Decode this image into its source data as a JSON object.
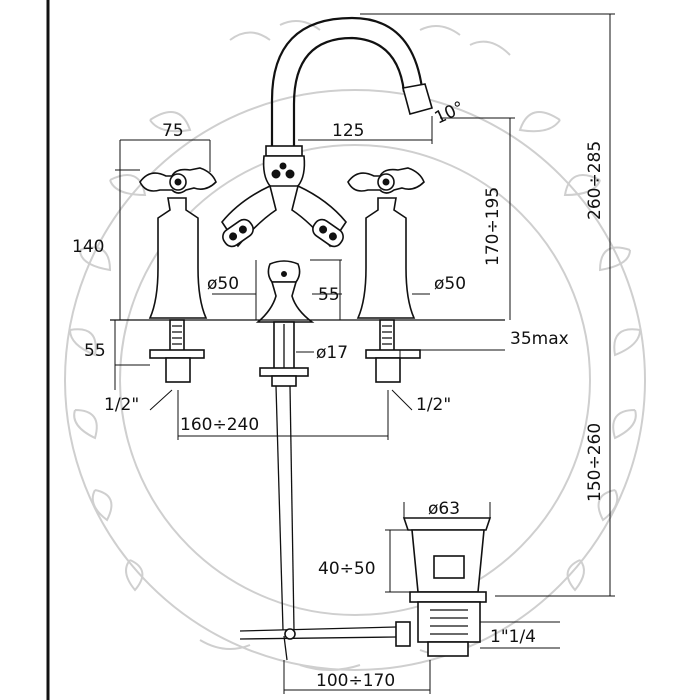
{
  "dimensions": {
    "handle_width": "75",
    "spout_reach": "125",
    "spout_angle": "10°",
    "body_height": "140",
    "spout_height_range": "170÷195",
    "overall_height_range": "260÷285",
    "valve_diameter_left": "ø50",
    "valve_diameter_right": "ø50",
    "knob_height": "55",
    "shank_length": "55",
    "rod_diameter": "ø17",
    "max_deck_thickness": "35max",
    "thread_left": "1/2\"",
    "thread_right": "1/2\"",
    "tap_spacing_range": "160÷240",
    "pipe_height_range": "150÷260",
    "waste_diameter": "ø63",
    "waste_height_range": "40÷50",
    "waste_thread": "1\"1/4",
    "rod_offset_range": "100÷170"
  }
}
